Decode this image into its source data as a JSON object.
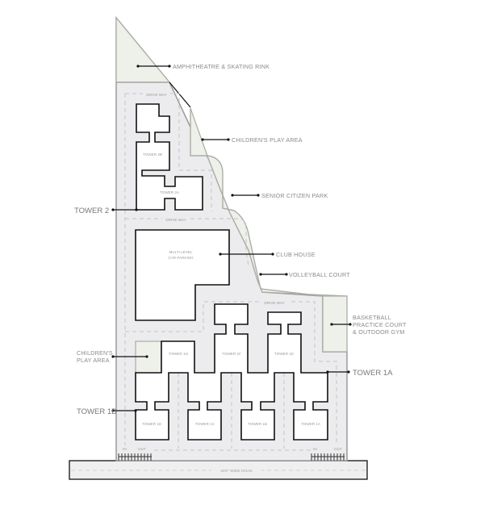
{
  "plan": {
    "callouts": {
      "amphitheatre": "AMPHITHEATRE & SKATING RINK",
      "childrens_play_area_top": "CHILDREN'S PLAY AREA",
      "senior_citizen_park": "SENIOR CITIZEN PARK",
      "tower_2": "TOWER 2",
      "club_house": "CLUB HOUSE",
      "volleyball_court": "VOLLEYBALL COURT",
      "basketball_line1": "BASKETBALL",
      "basketball_line2": "PRACTICE COURT",
      "basketball_line3": "& OUTDOOR GYM",
      "childrens_play_area_left_line1": "CHILDREN'S",
      "childrens_play_area_left_line2": "PLAY AREA",
      "tower_1a": "TOWER 1A",
      "tower_1b": "TOWER 1B"
    },
    "drive_way": "DRIVE WAY",
    "parking_line1": "MULTI LEVEL",
    "parking_line2": "CAR PARKING",
    "towers": {
      "t2b": "TOWER 2B",
      "t2a": "TOWER 2A",
      "t1g": "TOWER 1G",
      "t1f": "TOWER 1F",
      "t1e": "TOWER 1E",
      "t1d": "TOWER 1D",
      "t1c": "TOWER 1C",
      "t1b": "TOWER 1B",
      "t1a": "TOWER 1A"
    },
    "gates": {
      "in": "IN",
      "out": "OUT"
    },
    "road": "40'0\" WIDE ROAD"
  },
  "colors": {
    "site_fill": "#ececee",
    "green_fill": "#eef0ea",
    "building_stroke": "#111111",
    "label_gray": "#8a8a8a"
  }
}
